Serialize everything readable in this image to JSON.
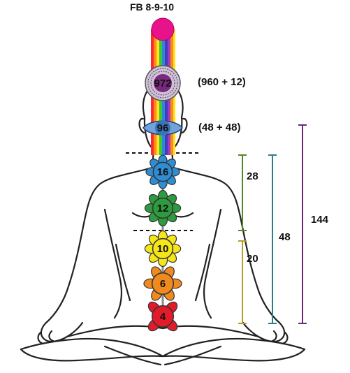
{
  "header": {
    "title": "FB 8-9-10"
  },
  "chakras": [
    {
      "number": "972",
      "color": "#7a2a7e"
    },
    {
      "number": "96",
      "color": "#3c72b8"
    },
    {
      "number": "16",
      "color": "#2f8ed3"
    },
    {
      "number": "12",
      "color": "#2e9b3e"
    },
    {
      "number": "10",
      "color": "#f5e61a"
    },
    {
      "number": "6",
      "color": "#f08a1e"
    },
    {
      "number": "4",
      "color": "#e21b2a"
    }
  ],
  "crown_color": "#e8128a",
  "annotations": {
    "sum_972": "(960 + 12)",
    "sum_96": "(48 + 48)"
  },
  "brackets": [
    {
      "value": "28",
      "color": "#4f8a2a"
    },
    {
      "value": "20",
      "color": "#b5a12a"
    },
    {
      "value": "48",
      "color": "#2e7d8a"
    },
    {
      "value": "144",
      "color": "#6a2a7a"
    }
  ]
}
